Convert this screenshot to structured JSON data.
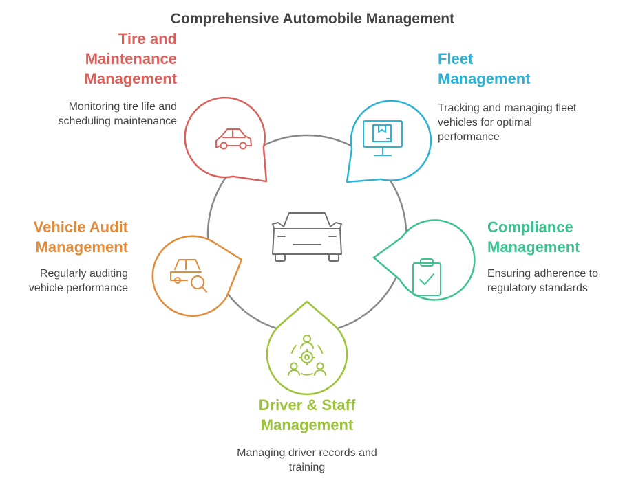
{
  "title": "Comprehensive Automobile Management",
  "colors": {
    "tire": "#d9605b",
    "fleet": "#2bb3d6",
    "compliance": "#3cc18f",
    "driver": "#9cc23a",
    "audit": "#e08a3a",
    "ring": "#888888",
    "center_icon": "#6e6e6e",
    "text": "#444444"
  },
  "nodes": [
    {
      "key": "tire",
      "title": "Tire and Maintenance Management",
      "description": "Monitoring tire life and scheduling maintenance",
      "icon": "car-icon"
    },
    {
      "key": "fleet",
      "title": "Fleet Management",
      "description": "Tracking and managing fleet vehicles for optimal performance",
      "icon": "monitor-icon"
    },
    {
      "key": "compliance",
      "title": "Compliance Management",
      "description": "Ensuring adherence to regulatory standards",
      "icon": "clipboard-check-icon"
    },
    {
      "key": "driver",
      "title": "Driver & Staff Management",
      "description": "Managing driver records and training",
      "icon": "team-gear-icon"
    },
    {
      "key": "audit",
      "title": "Vehicle Audit Management",
      "description": "Regularly auditing vehicle performance",
      "icon": "car-search-icon"
    }
  ],
  "center": {
    "icon": "car-front-icon"
  }
}
